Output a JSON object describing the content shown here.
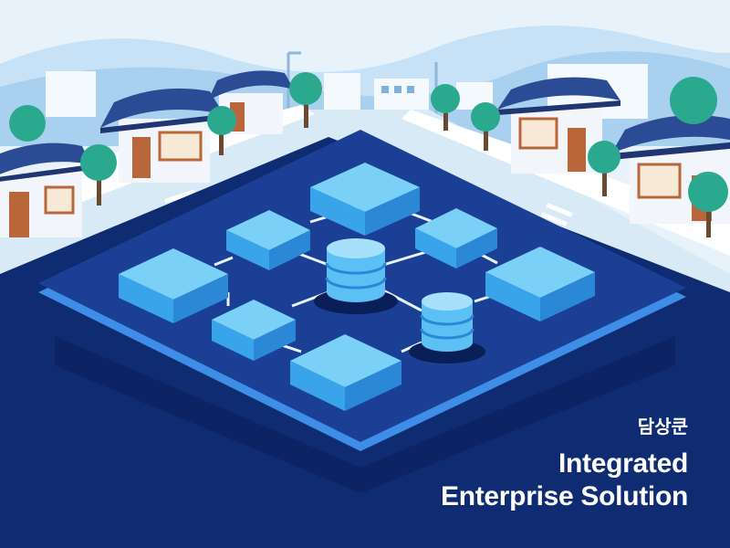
{
  "caption": {
    "korean": "담상쿤",
    "line1": "Integrated",
    "line2": "Enterprise Solution"
  },
  "colors": {
    "sky": "#e6f2fb",
    "hills": "#b9d9f1",
    "ground": "#0f2c72",
    "platform": "#1a3f94",
    "platform_edge": "#3e8ee8",
    "node": "#5cc0f4",
    "roof": "#2c4b95",
    "tree": "#2aa98f"
  },
  "icons": [
    "hanok-roof-icon",
    "tree-icon",
    "database-icon",
    "network-node-icon"
  ]
}
